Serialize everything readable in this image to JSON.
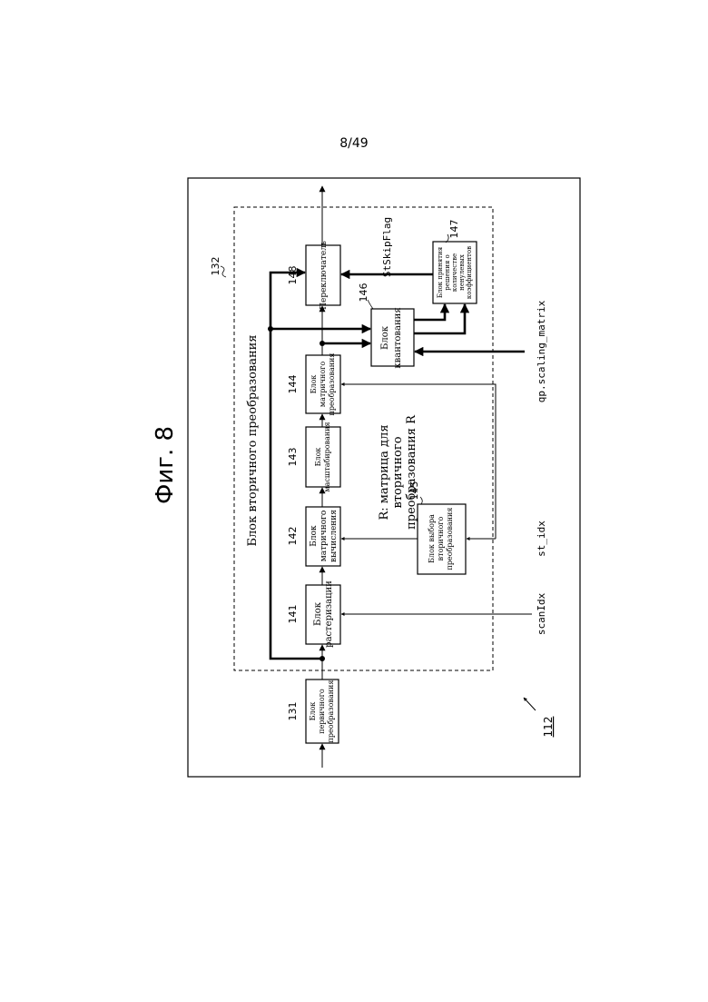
{
  "page": {
    "number": "8/49"
  },
  "figure": {
    "title": "Фиг. 8",
    "ref": "112"
  },
  "group": {
    "label": "Блок вторичного преобразования",
    "ref": "132"
  },
  "annotation": "R: матрица для вторичного преобразования R",
  "blocks": {
    "b131": {
      "ref": "131",
      "label": [
        "Блок",
        "первичного",
        "преобразования"
      ]
    },
    "b141": {
      "ref": "141",
      "label": [
        "Блок",
        "растеризации"
      ]
    },
    "b142": {
      "ref": "142",
      "label": [
        "Блок",
        "матричного",
        "вычисления"
      ]
    },
    "b143": {
      "ref": "143",
      "label": [
        "Блок",
        "масштабирования"
      ]
    },
    "b144": {
      "ref": "144",
      "label": [
        "Блок",
        "матричного",
        "преобразования"
      ]
    },
    "b145": {
      "ref": "145",
      "label": [
        "Блок выбора",
        "вторичного",
        "преобразования"
      ]
    },
    "b146": {
      "ref": "146",
      "label": [
        "Блок",
        "квантования"
      ]
    },
    "b147": {
      "ref": "147",
      "label": [
        "Блок принятия",
        "решения о",
        "количестве",
        "ненулевых",
        "коэффициентов"
      ]
    },
    "b148": {
      "ref": "148",
      "label": [
        "Переключатель"
      ]
    }
  },
  "signals": {
    "scanIdx": "scanIdx",
    "st_idx": "st_idx",
    "qp": "qp.scaling_matrix",
    "stskip": "StSkipFlag"
  }
}
